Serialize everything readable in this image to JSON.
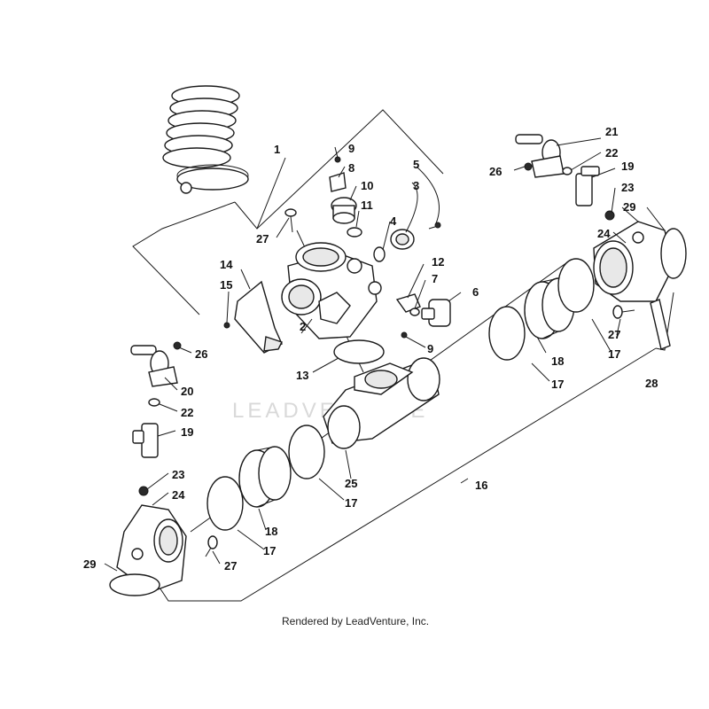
{
  "callouts": {
    "c1": "1",
    "c2": "2",
    "c3": "3",
    "c4": "4",
    "c5": "5",
    "c6": "6",
    "c7": "7",
    "c8": "8",
    "c9a": "9",
    "c9b": "9",
    "c10": "10",
    "c11": "11",
    "c12": "12",
    "c13": "13",
    "c14": "14",
    "c15": "15",
    "c16": "16",
    "c17a": "17",
    "c17b": "17",
    "c17c": "17",
    "c17d": "17",
    "c18a": "18",
    "c18b": "18",
    "c19a": "19",
    "c19b": "19",
    "c20": "20",
    "c21": "21",
    "c22a": "22",
    "c22b": "22",
    "c23a": "23",
    "c23b": "23",
    "c24a": "24",
    "c24b": "24",
    "c25": "25",
    "c26a": "26",
    "c26b": "26",
    "c27a": "27",
    "c27b": "27",
    "c27c": "27",
    "c28": "28",
    "c29a": "29",
    "c29b": "29"
  },
  "watermark": "LEADVENTURE",
  "credit": "Rendered by LeadVenture, Inc."
}
